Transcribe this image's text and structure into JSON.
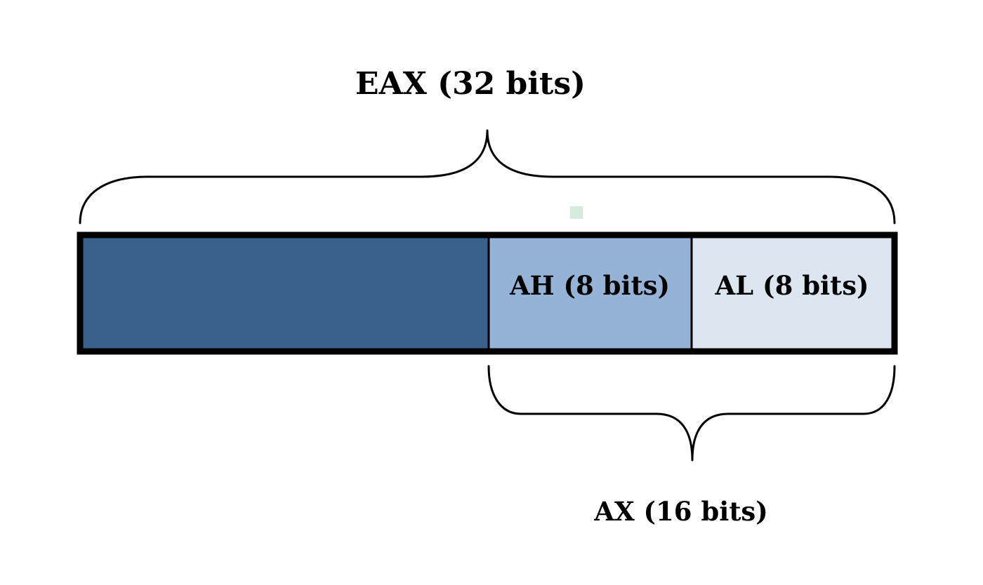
{
  "register": {
    "eax_label": "EAX (32 bits)",
    "ah_label": "AH (8 bits)",
    "al_label": "AL (8 bits)",
    "ax_label": "AX (16 bits)"
  },
  "colors": {
    "upper_16": "#38618C",
    "ah": "#95B3D7",
    "al": "#DCE6F1",
    "outline": "#000000",
    "marker": "#D6EBDC"
  }
}
